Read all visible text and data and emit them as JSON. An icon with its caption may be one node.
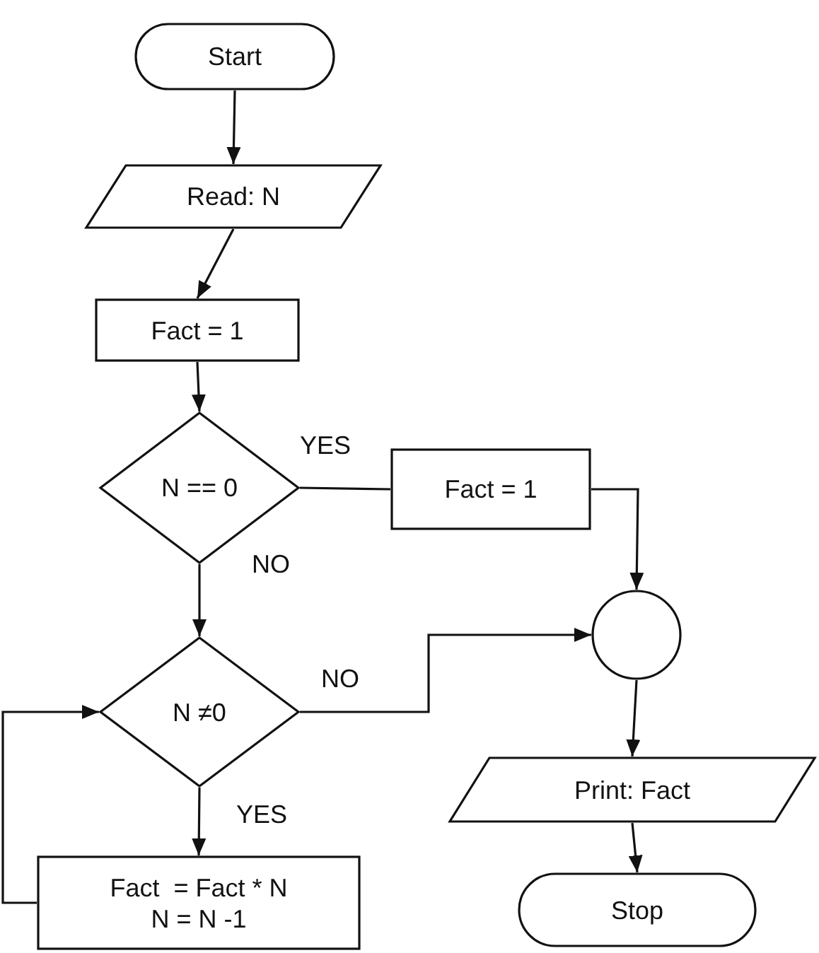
{
  "diagram": {
    "nodes": [
      {
        "text": [
          "Start"
        ]
      },
      {
        "text": [
          "Read: N"
        ]
      },
      {
        "text": [
          "Fact = 1"
        ]
      },
      {
        "text": [
          "N == 0"
        ]
      },
      {
        "text": [
          "Fact = 1"
        ]
      },
      {
        "text": [],
        "shape": "circle"
      },
      {
        "text": [
          "N ≠0"
        ]
      },
      {
        "text": [
          "Fact  = Fact * N",
          "N = N -1"
        ]
      },
      {
        "text": [
          "Print: Fact"
        ]
      },
      {
        "text": [
          "Stop"
        ]
      }
    ],
    "edges": [
      {
        "from": 0,
        "to": 1,
        "arrow": "to"
      },
      {
        "from": 1,
        "to": 2,
        "arrow": "to"
      },
      {
        "from": 2,
        "to": 3,
        "arrow": "to"
      },
      {
        "from": 3,
        "to": 4,
        "label": "YES",
        "arrow": "none"
      },
      {
        "from": 4,
        "to": 5,
        "arrow": "to"
      },
      {
        "from": 3,
        "to": 6,
        "label": "NO",
        "arrow": "to"
      },
      {
        "from": 6,
        "to": 5,
        "label": "NO",
        "arrow": "to"
      },
      {
        "from": 6,
        "to": 7,
        "label": "YES",
        "arrow": "to"
      },
      {
        "from": 7,
        "to": 6,
        "arrow": "to"
      },
      {
        "from": 5,
        "to": 8,
        "arrow": "to"
      },
      {
        "from": 8,
        "to": 9,
        "arrow": "to"
      }
    ]
  }
}
